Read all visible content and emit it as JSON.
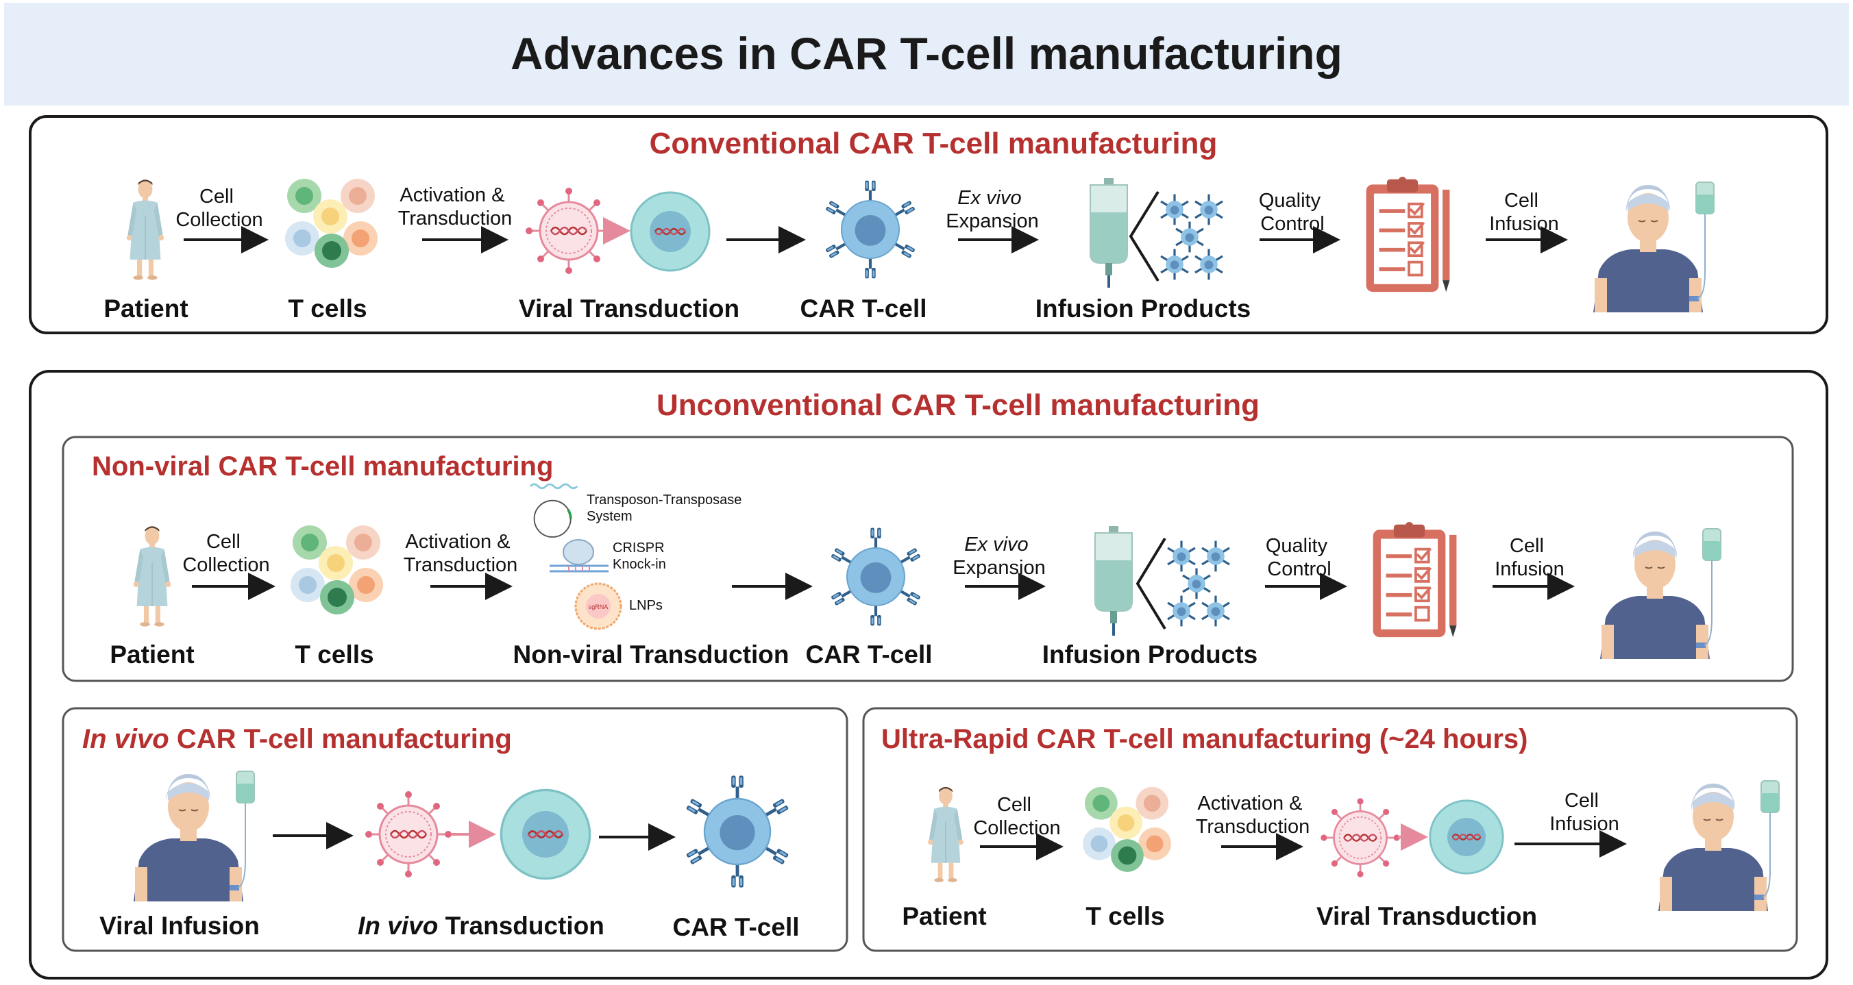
{
  "title": "Advances in CAR T-cell manufacturing",
  "conventional": {
    "heading": "Conventional CAR T-cell manufacturing",
    "steps": [
      "Patient",
      "T cells",
      "Viral Transduction",
      "CAR T-cell",
      "Infusion Products"
    ],
    "arrows": {
      "a1": [
        "Cell",
        "Collection"
      ],
      "a2": [
        "Activation &",
        "Transduction"
      ],
      "a4": [
        "Ex vivo",
        "Expansion"
      ],
      "a5": [
        "Quality",
        "Control"
      ],
      "a6": [
        "Cell",
        "Infusion"
      ]
    }
  },
  "unconventional": {
    "heading": "Unconventional CAR T-cell manufacturing",
    "nonviral": {
      "heading": "Non-viral CAR T-cell manufacturing",
      "steps": [
        "Patient",
        "T cells",
        "Non-viral Transduction",
        "CAR T-cell",
        "Infusion Products"
      ],
      "methods": {
        "transposon": [
          "Transposon-Transposase",
          "System"
        ],
        "crispr": [
          "CRISPR",
          "Knock-in"
        ],
        "lnps": "LNPs"
      },
      "arrows": {
        "a1": [
          "Cell",
          "Collection"
        ],
        "a2": [
          "Activation &",
          "Transduction"
        ],
        "a4": [
          "Ex vivo",
          "Expansion"
        ],
        "a5": [
          "Quality",
          "Control"
        ],
        "a6": [
          "Cell",
          "Infusion"
        ]
      }
    },
    "invivo": {
      "heading_italic": "In vivo",
      "heading_rest": " CAR T-cell manufacturing",
      "steps": {
        "infusion": "Viral Infusion",
        "transduction_italic": "In vivo",
        "transduction_rest": " Transduction",
        "car": "CAR T-cell"
      }
    },
    "rapid": {
      "heading": "Ultra-Rapid CAR T-cell manufacturing (~24 hours)",
      "steps": [
        "Patient",
        "T cells",
        "Viral Transduction"
      ],
      "arrows": {
        "a1": [
          "Cell",
          "Collection"
        ],
        "a2": [
          "Activation &",
          "Transduction"
        ],
        "a3": [
          "Cell",
          "Infusion"
        ]
      }
    }
  },
  "colors": {
    "heading_red": "#b5302f",
    "banner_bg": "#e6eff9",
    "clipboard": "#d77061",
    "car_cell": "#8ec3e6",
    "receptor": "#2f5f8a",
    "virus": "#e58a9c",
    "gown": "#b5d3da",
    "shirt": "#52628f"
  },
  "icons": [
    "patient-icon",
    "t-cells-icon",
    "virus-icon",
    "transduced-cell-icon",
    "car-t-cell-icon",
    "iv-bag-icon",
    "clipboard-icon",
    "pencil-icon",
    "infusion-patient-icon",
    "transposon-icon",
    "crispr-icon",
    "lnp-icon"
  ]
}
